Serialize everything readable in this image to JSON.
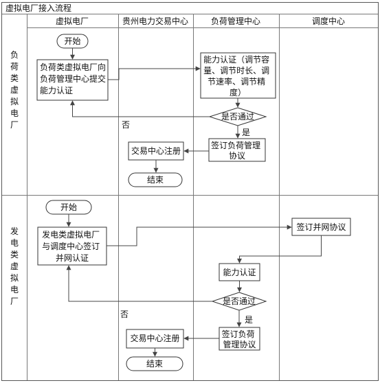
{
  "title": "虚拟电厂接入流程",
  "columns": [
    "虚拟电厂",
    "贵州电力交易中心",
    "负荷管理中心",
    "调度中心"
  ],
  "lanes": [
    {
      "label": [
        "负",
        "荷",
        "类",
        "虚",
        "拟",
        "电",
        "厂"
      ]
    },
    {
      "label": [
        "发",
        "电",
        "类",
        "虚",
        "拟",
        "电",
        "厂"
      ]
    }
  ],
  "section1": {
    "start": "开始",
    "submit": [
      "负荷类虚拟电厂向",
      "负荷管理中心提交",
      "能力认证"
    ],
    "cert": [
      "能力认证（调节容",
      "量、调节时长、调",
      "节速率、调节精",
      "度）"
    ],
    "decision": "是否通过",
    "yes": "是",
    "no": "否",
    "sign": [
      "签订负荷管理",
      "协议"
    ],
    "register": "交易中心注册",
    "end": "结束"
  },
  "section2": {
    "start": "开始",
    "submit": [
      "发电类虚拟电厂",
      "与调度中心签订",
      "并网认证"
    ],
    "grid_agreement": "签订并网协议",
    "cert": "能力认证",
    "decision": "是否通过",
    "yes": "是",
    "no": "否",
    "sign": [
      "签订负荷",
      "管理协议"
    ],
    "register": "交易中心注册",
    "end": "结束"
  }
}
